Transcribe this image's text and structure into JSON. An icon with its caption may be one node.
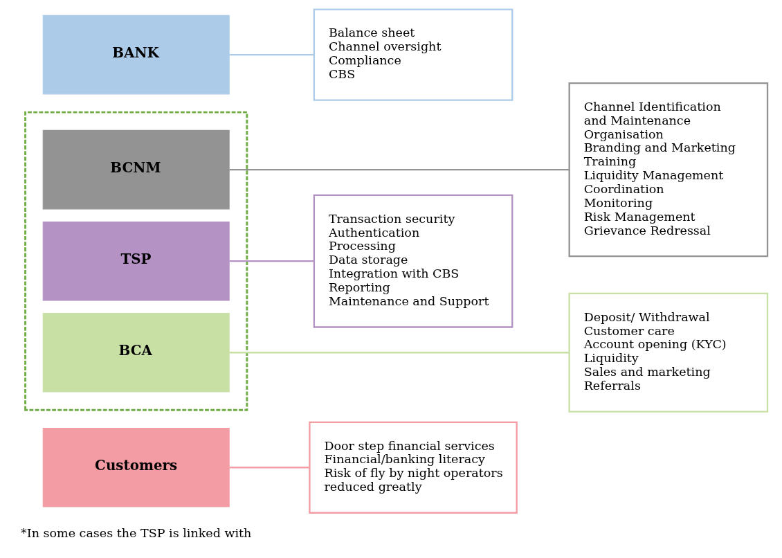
{
  "diagram": {
    "nodes": [
      {
        "text": [
          "BANK"
        ]
      },
      {
        "text": [
          "Balance sheet",
          "Channel oversight",
          "Compliance",
          "CBS"
        ]
      },
      {
        "text": [],
        "shape": "box"
      },
      {
        "text": [
          "BCNM"
        ],
        "in": 2
      },
      {
        "text": [
          "Channel Identification and Maintenance",
          "Organisation",
          "Branding and Marketing",
          "Training",
          "Liquidity Management",
          "Coordination",
          "Monitoring",
          "Risk Management",
          "Grievance Redressal"
        ]
      },
      {
        "text": [
          "TSP"
        ],
        "in": 2
      },
      {
        "text": [
          "Transaction security",
          "Authentication",
          "Processing",
          "Data storage",
          "Integration with CBS Reporting",
          "Maintenance and Support"
        ]
      },
      {
        "text": [
          "BCA"
        ],
        "in": 2
      },
      {
        "text": [
          "Deposit/ Withdrawal",
          "Customer care",
          "Account opening (KYC)",
          "Liquidity",
          "Sales and marketing",
          "Referrals"
        ]
      },
      {
        "text": [
          "Customers"
        ]
      },
      {
        "text": [
          "Door step financial services",
          "Financial/banking literacy",
          "Risk of fly by night operators reduced greatly"
        ]
      }
    ],
    "edges": [
      {
        "from": 0,
        "to": 1,
        "arrow": "none",
        "color": "#abcbe8"
      },
      {
        "from": 3,
        "to": 4,
        "arrow": "none",
        "color": "#939393"
      },
      {
        "from": 5,
        "to": 6,
        "arrow": "none",
        "color": "#b592c4"
      },
      {
        "from": 7,
        "to": 8,
        "arrow": "none",
        "color": "#c8e0a3"
      },
      {
        "from": 9,
        "to": 10,
        "arrow": "none",
        "color": "#f39ca4"
      }
    ],
    "labels": [
      "*In some cases the TSP is linked with"
    ]
  }
}
